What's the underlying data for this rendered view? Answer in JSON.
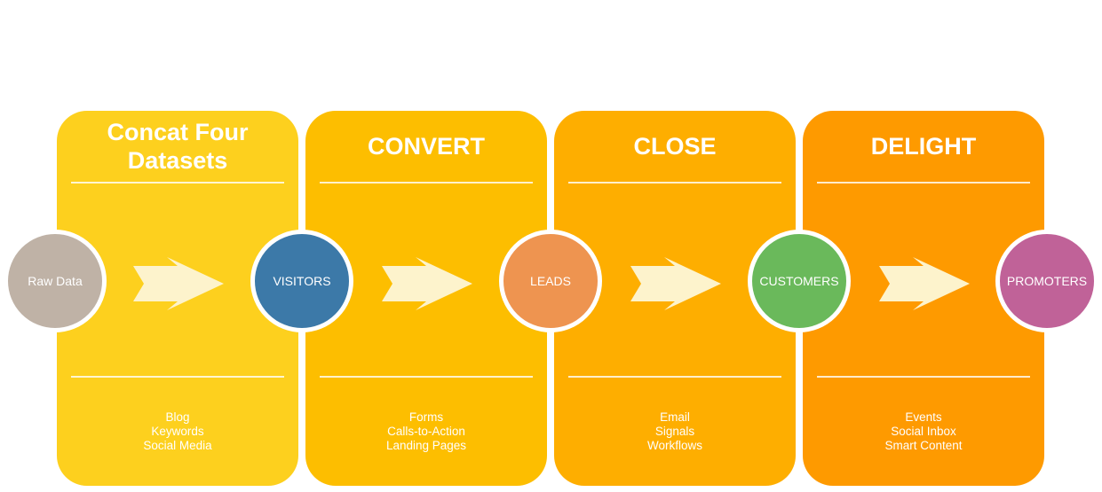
{
  "stages": [
    {
      "title": "Concat Four Datasets",
      "color": "#fdd01e",
      "tactics": [
        "Blog",
        "Keywords",
        "Social Media"
      ]
    },
    {
      "title": "CONVERT",
      "color": "#fdbe00",
      "tactics": [
        "Forms",
        "Calls-to-Action",
        "Landing Pages"
      ]
    },
    {
      "title": "CLOSE",
      "color": "#feae00",
      "tactics": [
        "Email",
        "Signals",
        "Workflows"
      ]
    },
    {
      "title": "DELIGHT",
      "color": "#fe9a00",
      "tactics": [
        "Events",
        "Social Inbox",
        "Smart Content"
      ]
    }
  ],
  "nodes": [
    {
      "label": "Raw Data",
      "color": "#bfb2a6"
    },
    {
      "label": "VISITORS",
      "color": "#3c79a8"
    },
    {
      "label": "LEADS",
      "color": "#ee9450"
    },
    {
      "label": "CUSTOMERS",
      "color": "#6ab95b"
    },
    {
      "label": "PROMOTERS",
      "color": "#c06298"
    }
  ],
  "arrow_color": "#fdf3cc"
}
